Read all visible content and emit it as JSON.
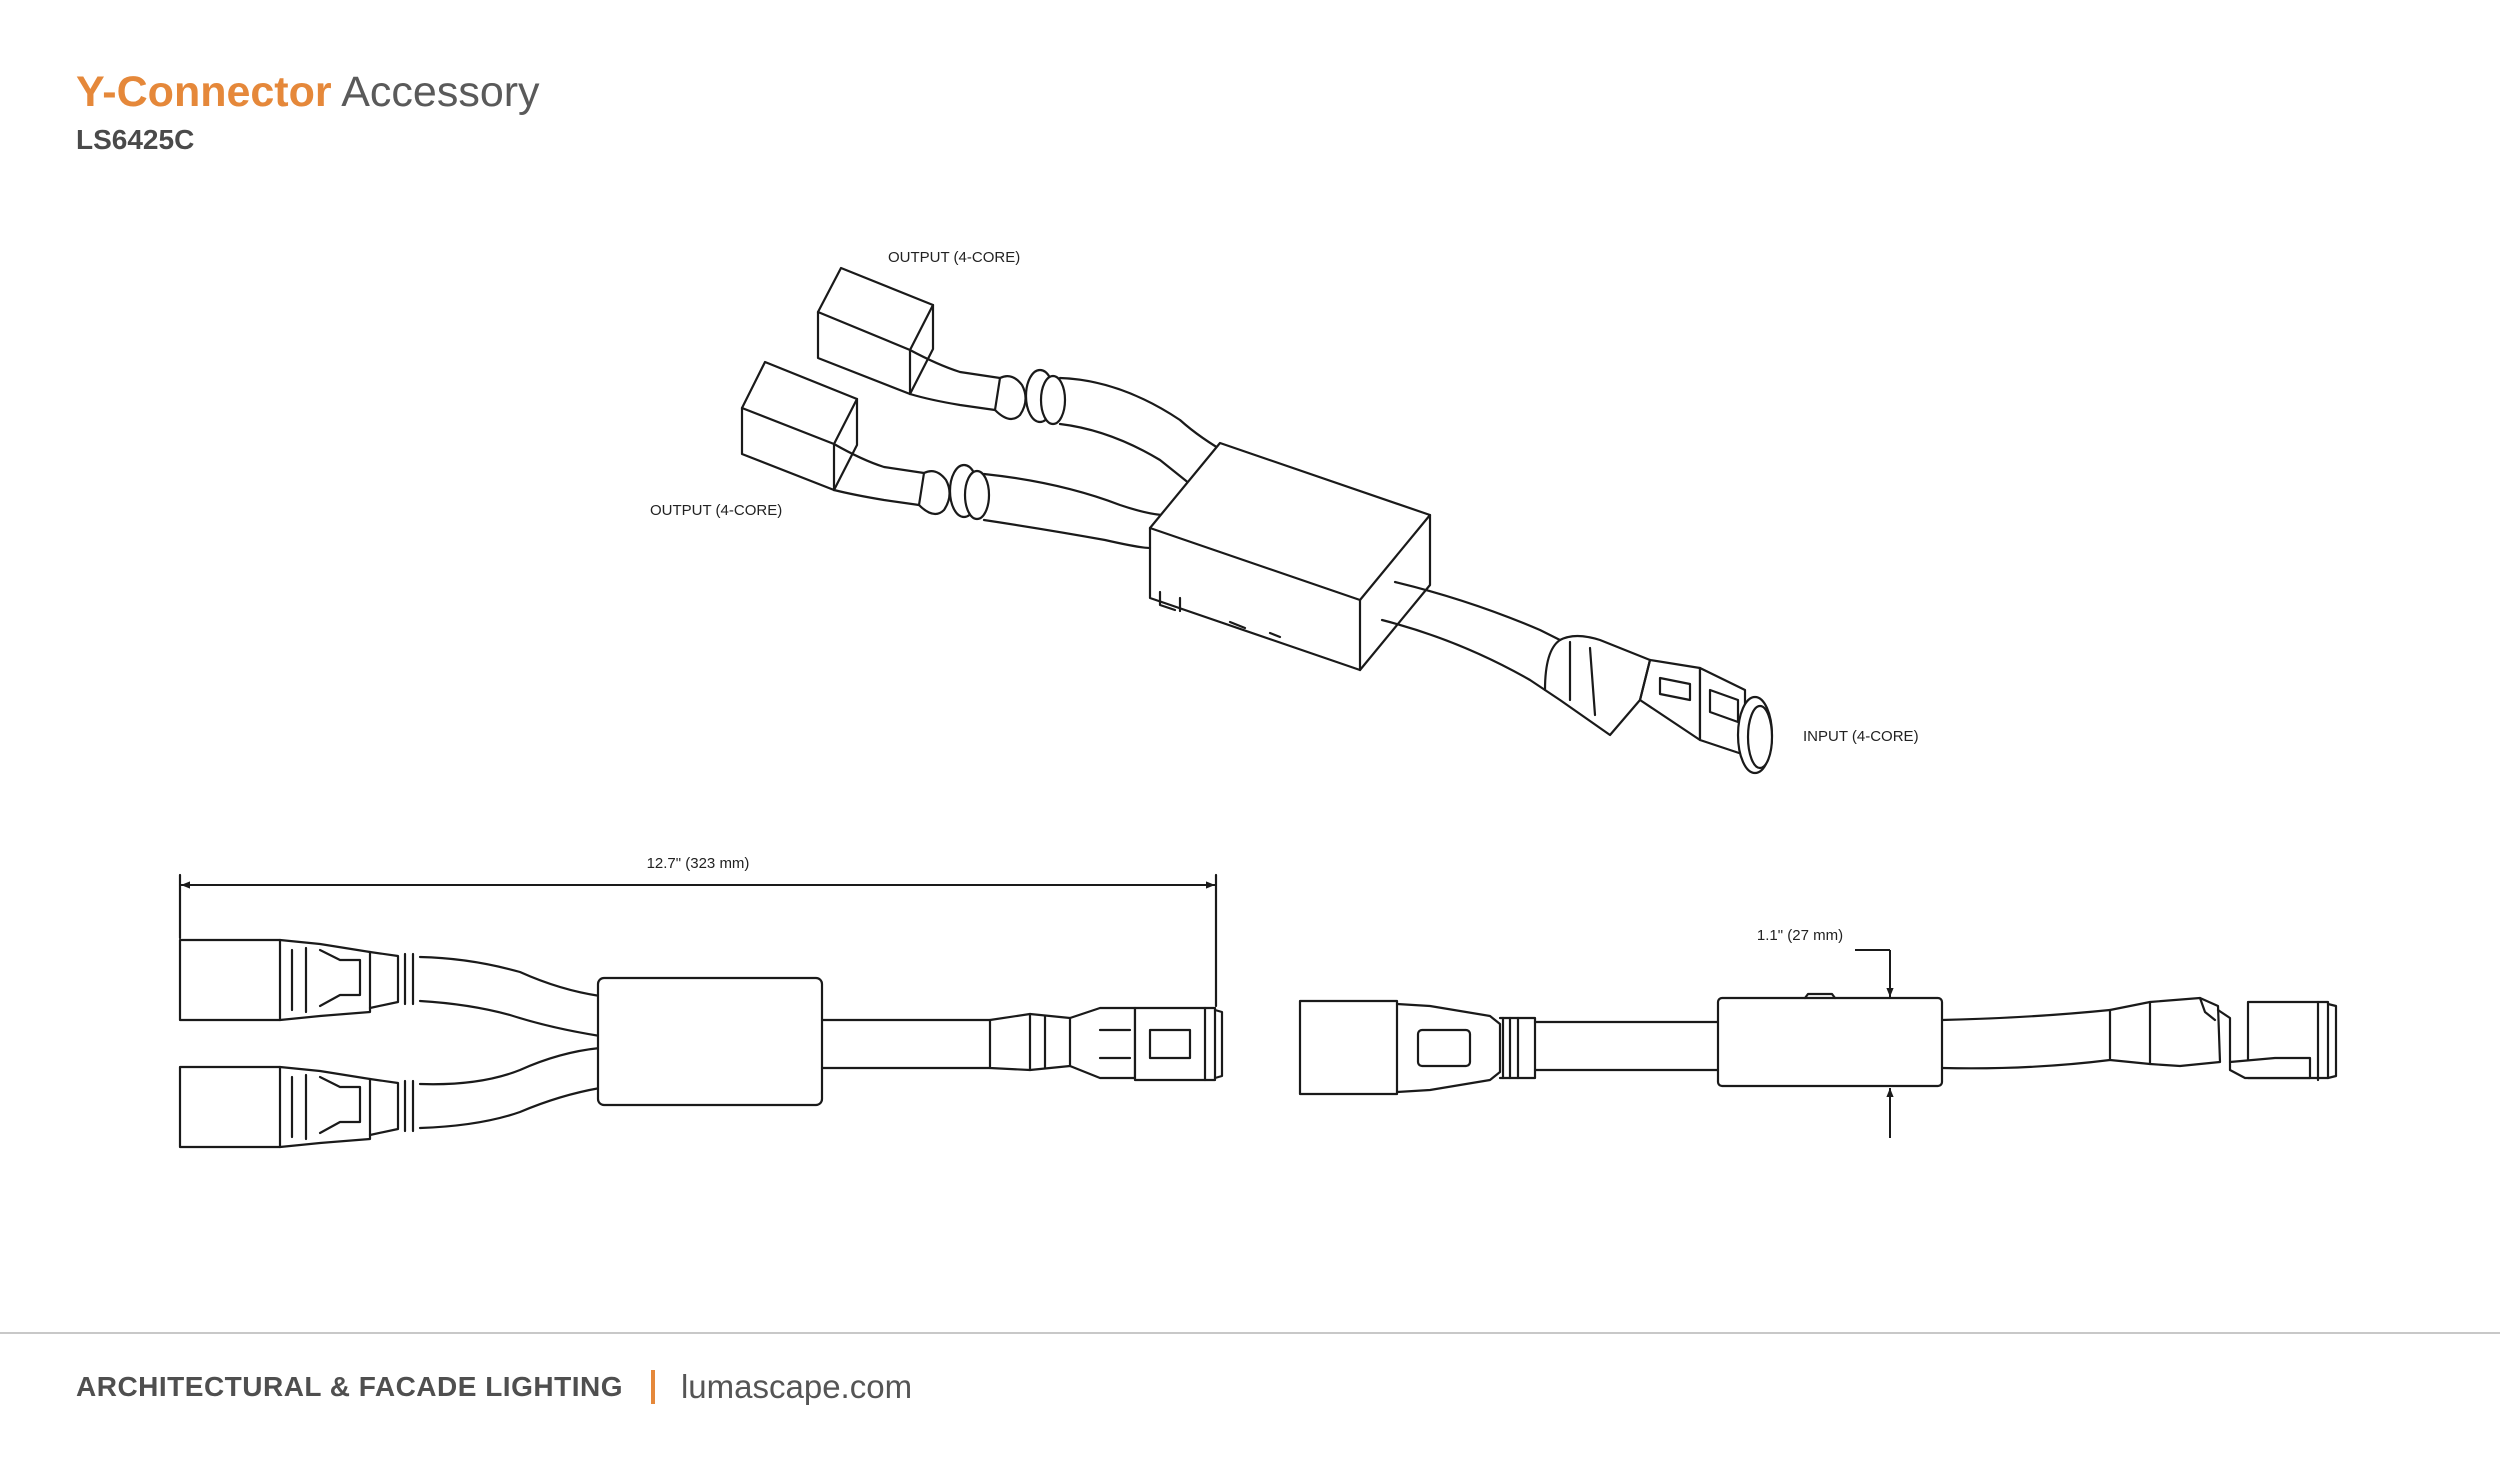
{
  "header": {
    "title_accent": "Y-Connector",
    "title_rest": "Accessory",
    "model": "LS6425C"
  },
  "diagram": {
    "labels": {
      "output_top": "OUTPUT (4-CORE)",
      "output_bottom": "OUTPUT (4-CORE)",
      "input": "INPUT (4-CORE)"
    },
    "dimensions": {
      "length": "12.7\" (323 mm)",
      "height": "1.1\" (27 mm)"
    }
  },
  "footer": {
    "tagline": "ARCHITECTURAL & FACADE LIGHTING",
    "website": "lumascape.com"
  },
  "colors": {
    "accent": "#e5883a",
    "line": "#1a1a1a"
  }
}
